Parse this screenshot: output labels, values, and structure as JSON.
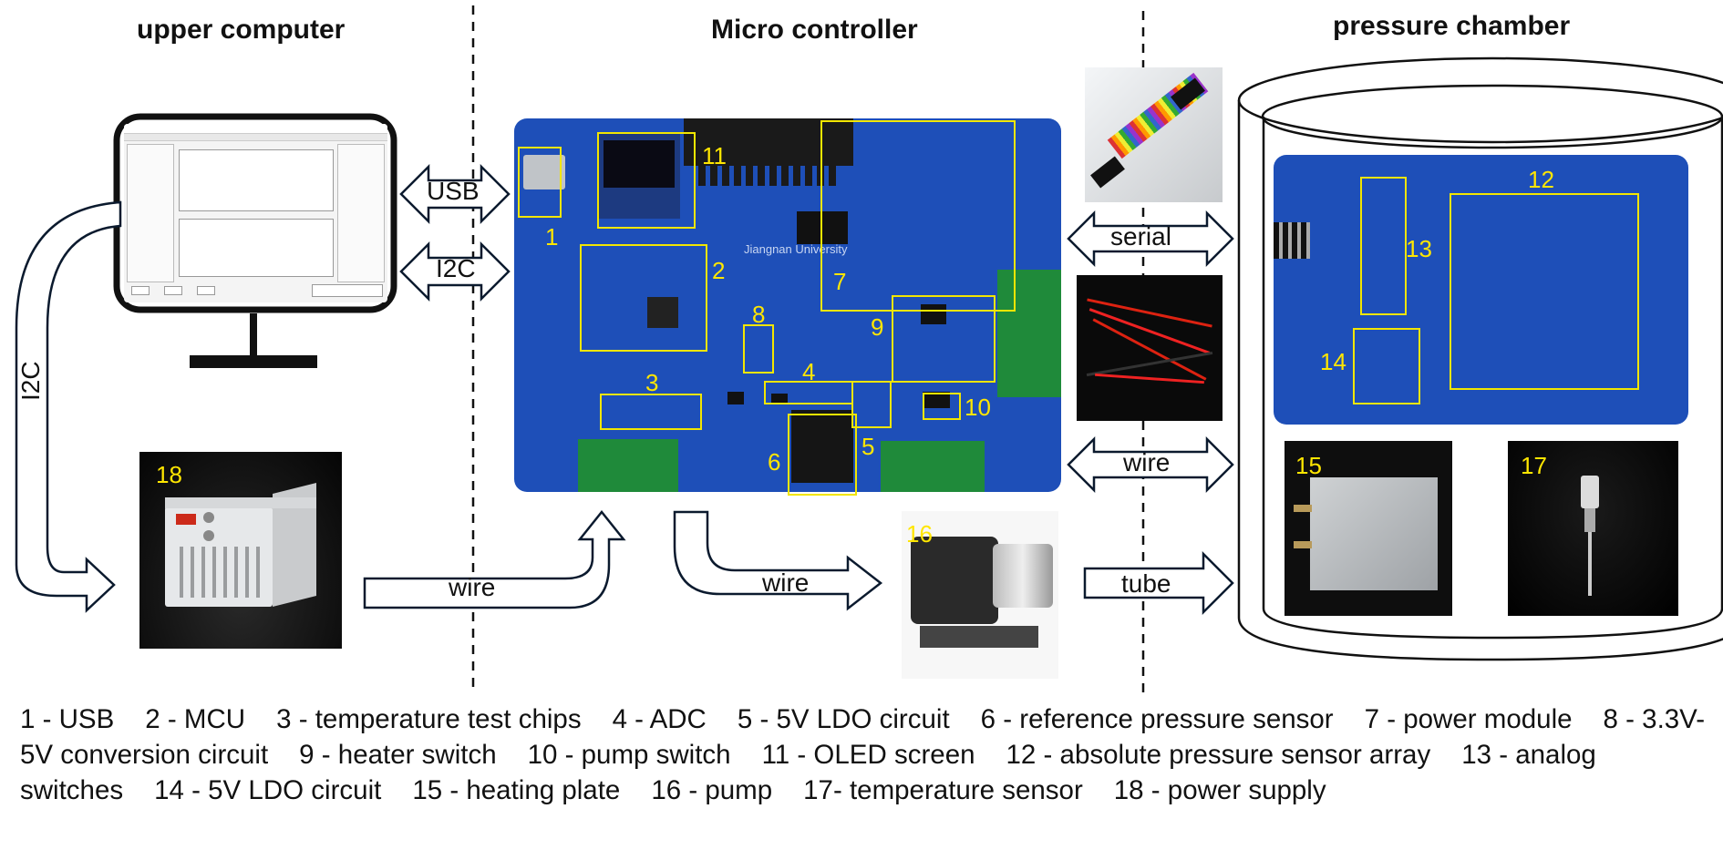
{
  "sections": {
    "upper_computer": "upper computer",
    "micro_controller": "Micro controller",
    "pressure_chamber": "pressure chamber"
  },
  "arrows": {
    "usb": "USB",
    "i2c_mid": "I2C",
    "i2c_left": "I2C",
    "wire_psu": "wire",
    "wire_pump": "wire",
    "serial": "serial",
    "wire_right": "wire",
    "tube": "tube"
  },
  "labels": {
    "n1": "1",
    "n2": "2",
    "n3": "3",
    "n4": "4",
    "n5": "5",
    "n6": "6",
    "n7": "7",
    "n8": "8",
    "n9": "9",
    "n10": "10",
    "n11": "11",
    "n12": "12",
    "n13": "13",
    "n14": "14",
    "n15": "15",
    "n16": "16",
    "n17": "17",
    "n18": "18"
  },
  "board": {
    "silk_text": "Jiangnan University"
  },
  "legend": [
    "1 - USB",
    "2 - MCU",
    "3 - temperature test chips",
    "4 - ADC",
    "5 - 5V LDO circuit",
    "6 - reference pressure sensor",
    "7 - power module",
    "8 - 3.3V-5V conversion circuit",
    "9 - heater switch",
    "10 - pump switch",
    "11 - OLED screen",
    "12 - absolute pressure sensor array",
    "13 - analog switches",
    "14 - 5V LDO circuit",
    "15 - heating plate",
    "16 - pump",
    "17- temperature sensor",
    "18 - power supply"
  ],
  "colors": {
    "pcb_blue": "#1e4fb8",
    "highlight_yellow": "#f2e600",
    "arrow_outline": "#0b1a2e"
  }
}
